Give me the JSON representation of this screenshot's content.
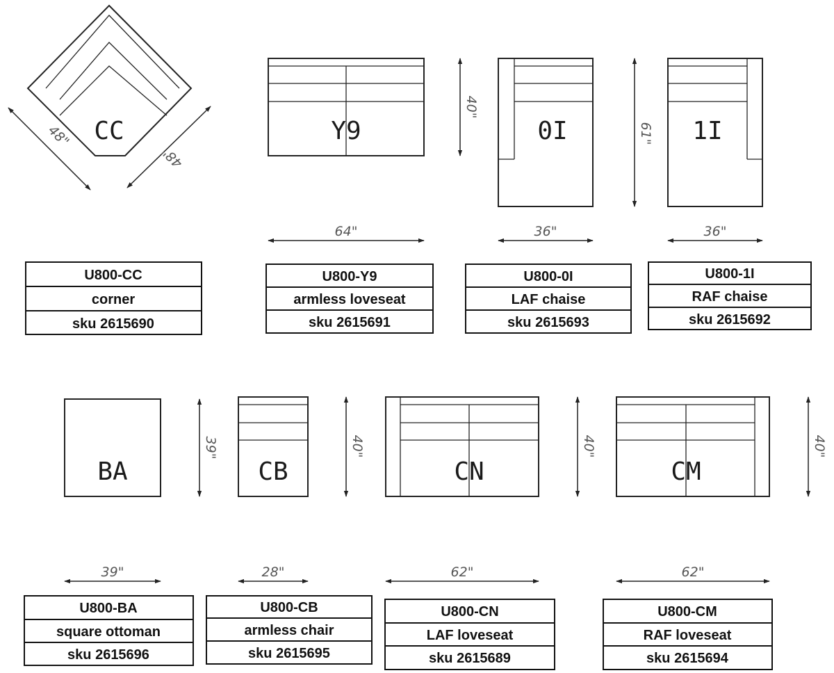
{
  "pieces": [
    {
      "id": "cc",
      "code": "CC",
      "dims": [
        "48\"",
        "48\""
      ],
      "label": {
        "sku_code": "U800-CC",
        "name": "corner",
        "sku": "sku 2615690"
      }
    },
    {
      "id": "y9",
      "code": "Y9",
      "dims": [
        "40\"",
        "64\""
      ],
      "label": {
        "sku_code": "U800-Y9",
        "name": "armless loveseat",
        "sku": "sku 2615691"
      }
    },
    {
      "id": "0i",
      "code": "0I",
      "dims": [
        "61\"",
        "36\""
      ],
      "label": {
        "sku_code": "U800-0I",
        "name": "LAF chaise",
        "sku": "sku 2615693"
      }
    },
    {
      "id": "1i",
      "code": "1I",
      "dims": [
        "36\""
      ],
      "label": {
        "sku_code": "U800-1I",
        "name": "RAF chaise",
        "sku": "sku 2615692"
      }
    },
    {
      "id": "ba",
      "code": "BA",
      "dims": [
        "39\"",
        "39\""
      ],
      "label": {
        "sku_code": "U800-BA",
        "name": "square ottoman",
        "sku": "sku 2615696"
      }
    },
    {
      "id": "cb",
      "code": "CB",
      "dims": [
        "40\"",
        "28\""
      ],
      "label": {
        "sku_code": "U800-CB",
        "name": "armless chair",
        "sku": "sku 2615695"
      }
    },
    {
      "id": "cn",
      "code": "CN",
      "dims": [
        "40\"",
        "62\""
      ],
      "label": {
        "sku_code": "U800-CN",
        "name": "LAF loveseat",
        "sku": "sku 2615689"
      }
    },
    {
      "id": "cm",
      "code": "CM",
      "dims": [
        "40\"",
        "62\""
      ],
      "label": {
        "sku_code": "U800-CM",
        "name": "RAF loveseat",
        "sku": "sku 2615694"
      }
    }
  ]
}
